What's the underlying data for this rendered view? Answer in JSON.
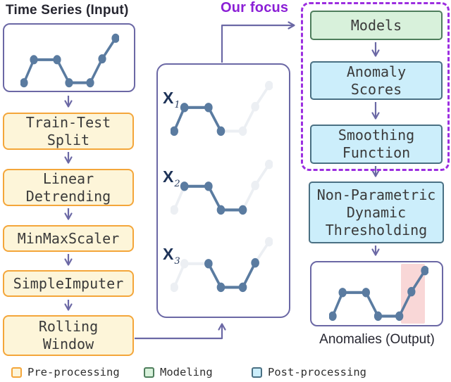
{
  "input": {
    "title": "Time Series (Input)"
  },
  "focus": {
    "label": "Our focus"
  },
  "preprocessing_steps": [
    {
      "label": "Train-Test\nSplit"
    },
    {
      "label": "Linear\nDetrending"
    },
    {
      "label": "MinMaxScaler"
    },
    {
      "label": "SimpleImputer"
    },
    {
      "label": "Rolling\nWindow"
    }
  ],
  "windows": [
    {
      "base": "X",
      "sub": "1",
      "range": [
        0,
        3
      ]
    },
    {
      "base": "X",
      "sub": "2",
      "range": [
        1,
        4
      ]
    },
    {
      "base": "X",
      "sub": "3",
      "range": [
        2,
        5
      ]
    }
  ],
  "focus_box_steps": [
    {
      "label": "Models",
      "type": "modeling"
    },
    {
      "label": "Anomaly\nScores",
      "type": "post-processing"
    },
    {
      "label": "Smoothing\nFunction",
      "type": "post-processing"
    }
  ],
  "thresholding": {
    "label": "Non-Parametric\nDynamic\nThresholding"
  },
  "output": {
    "label": "Anomalies (Output)"
  },
  "legend": [
    {
      "label": "Pre-processing",
      "swatch": "yellow"
    },
    {
      "label": "Modeling",
      "swatch": "green"
    },
    {
      "label": "Post-processing",
      "swatch": "blue"
    }
  ],
  "colors": {
    "preprocessing_fill": "#fdf5d9",
    "preprocessing_border": "#f4a63a",
    "modeling_fill": "#d8f1db",
    "modeling_border": "#4e7e5c",
    "postprocessing_fill": "#cceefb",
    "postprocessing_border": "#4a7083",
    "frame_purple": "#6b68a5",
    "focus_dash_purple": "#9c2fe0",
    "focus_text_purple": "#8b1fd6",
    "series_color": "#5a7ba0",
    "series_faded_color": "#eceff3",
    "anomaly_band_pink": "#f9d7d7"
  },
  "chart_data": {
    "type": "line",
    "title": "Stylized 7-point time series motif repeated across the figure",
    "x": [
      0,
      1,
      2,
      3,
      4,
      5,
      6
    ],
    "y": [
      0.11,
      0.51,
      0.51,
      0.11,
      0.11,
      0.53,
      0.89
    ],
    "svg_points_x": [
      5,
      19,
      52,
      69,
      99,
      116,
      135
    ],
    "svg_points_y": [
      62,
      34,
      34,
      62,
      62,
      33,
      8
    ],
    "color": "#5a7ba0",
    "faded_color": "#eceff3",
    "anomaly_region_points": [
      4,
      5,
      6
    ]
  }
}
